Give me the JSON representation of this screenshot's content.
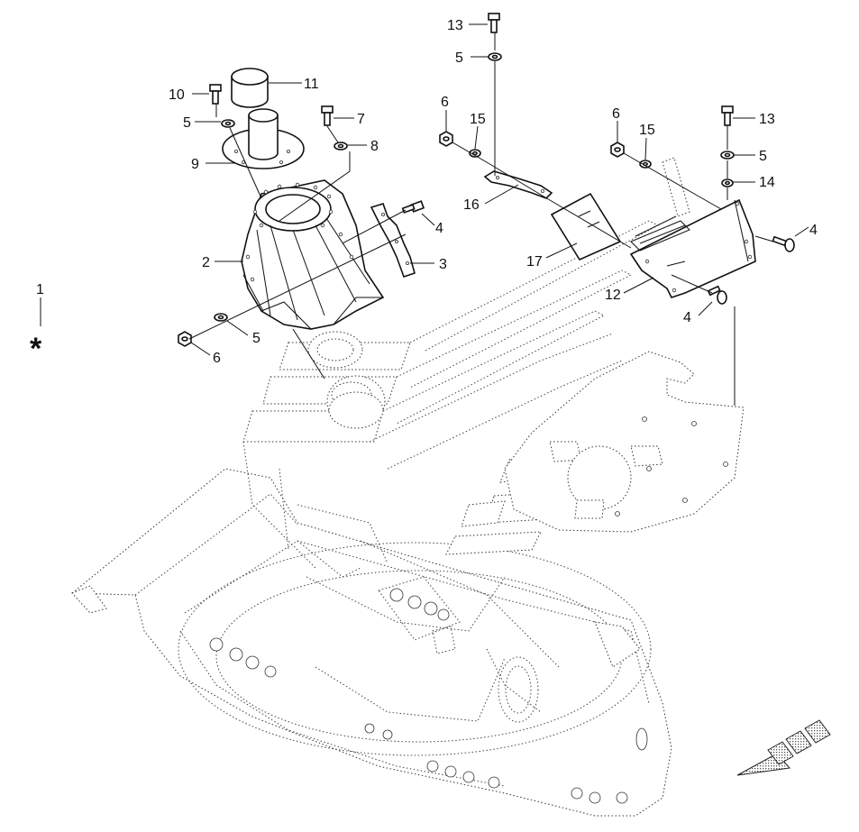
{
  "callouts": {
    "c1": "1",
    "c2": "2",
    "c3": "3",
    "c4a": "4",
    "c4b": "4",
    "c4c": "4",
    "c5a": "5",
    "c5b": "5",
    "c5c": "5",
    "c5d": "5",
    "c6a": "6",
    "c6b": "6",
    "c6c": "6",
    "c7": "7",
    "c8": "8",
    "c9": "9",
    "c10": "10",
    "c11": "11",
    "c12": "12",
    "c13a": "13",
    "c13b": "13",
    "c14": "14",
    "c15a": "15",
    "c15b": "15",
    "c16": "16",
    "c17": "17"
  },
  "symbols": {
    "reference_mark": "*"
  },
  "colors": {
    "line": "#111111",
    "background": "#ffffff",
    "arrow_fill": "#9a9a9a"
  },
  "icons": {
    "direction_arrow": "chevron-arrow-icon"
  }
}
